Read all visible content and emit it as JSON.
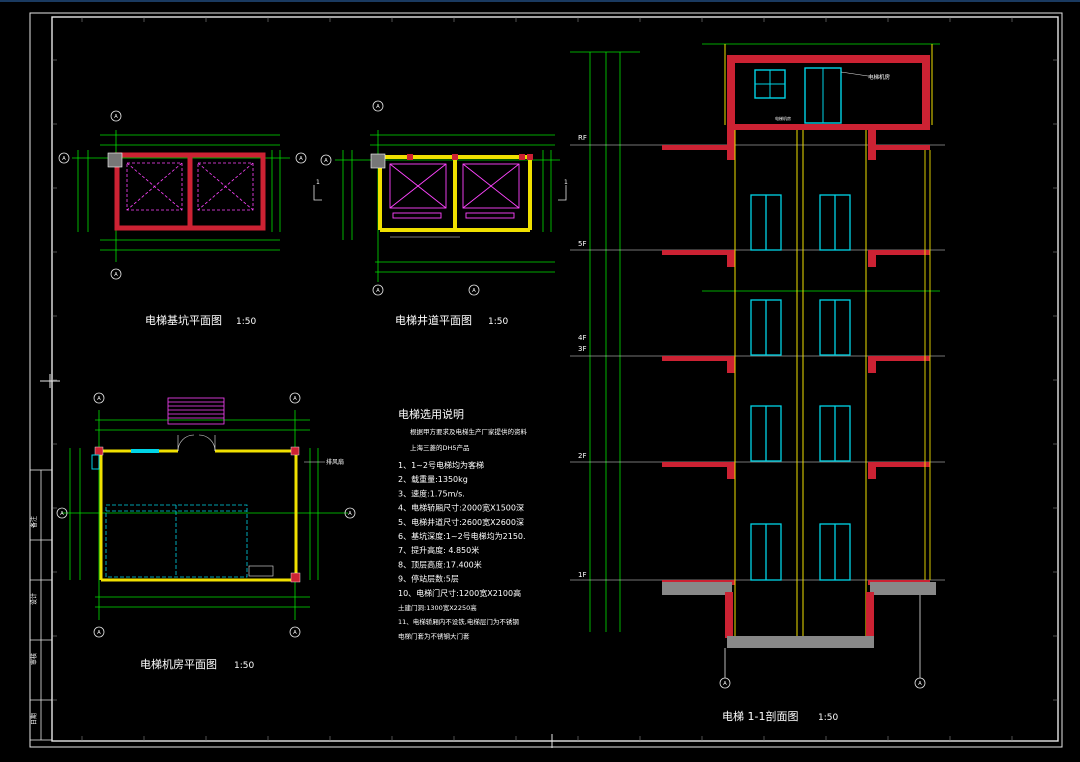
{
  "drawing": {
    "pit_plan": {
      "title": "电梯基坑平面图",
      "scale": "1:50",
      "axis": "A"
    },
    "shaft_plan": {
      "title": "电梯井道平面图",
      "scale": "1:50",
      "axis": "A",
      "cut_mark": "1"
    },
    "machine_room_plan": {
      "title": "电梯机房平面图",
      "scale": "1:50",
      "axis": "A",
      "vent_label": "排风扇"
    },
    "section": {
      "title": "电梯 1-1剖面图",
      "scale": "1:50",
      "axis": "A",
      "levels": [
        "RF",
        "5F",
        "4F",
        "3F",
        "2F",
        "1F"
      ],
      "labels": {
        "machine_room_door": "电梯机房",
        "machine_room": "电梯机房"
      }
    },
    "notes": {
      "title": "电梯选用说明",
      "intro": [
        "根据甲方要求及电梯生产厂家提供的资料",
        "上海三菱的DH5产品"
      ],
      "items": [
        "1、1~2号电梯均为客梯",
        "2、载重量:1350kg",
        "3、速度:1.75m/s.",
        "4、电梯轿厢尺寸:2000宽X1500深",
        "5、电梯井道尺寸:2600宽X2600深",
        "6、基坑深度:1~2号电梯均为2150.",
        "7、提升高度:    4.850米",
        "8、顶层高度:17.400米",
        "9、停站层数:5层",
        "10、电梯门尺寸:1200宽X2100高",
        "      土建门洞:1300宽X2250高",
        "11、电梯轿厢内不设铁,电梯层门为不锈钢",
        "      电梯门套为不锈钢大门套"
      ]
    },
    "title_block": {
      "cells": [
        "备注",
        "设计",
        "审核",
        "日期"
      ]
    },
    "colors": {
      "background": "#000000",
      "frame": "#e6e6e6",
      "wall": "#ff3d8a",
      "slab": "#cc2233",
      "dimension": "#00e000",
      "window": "#00d4e6",
      "structure": "#f0e000",
      "text": "#ffffff",
      "hatch": "#ff44ff"
    }
  }
}
